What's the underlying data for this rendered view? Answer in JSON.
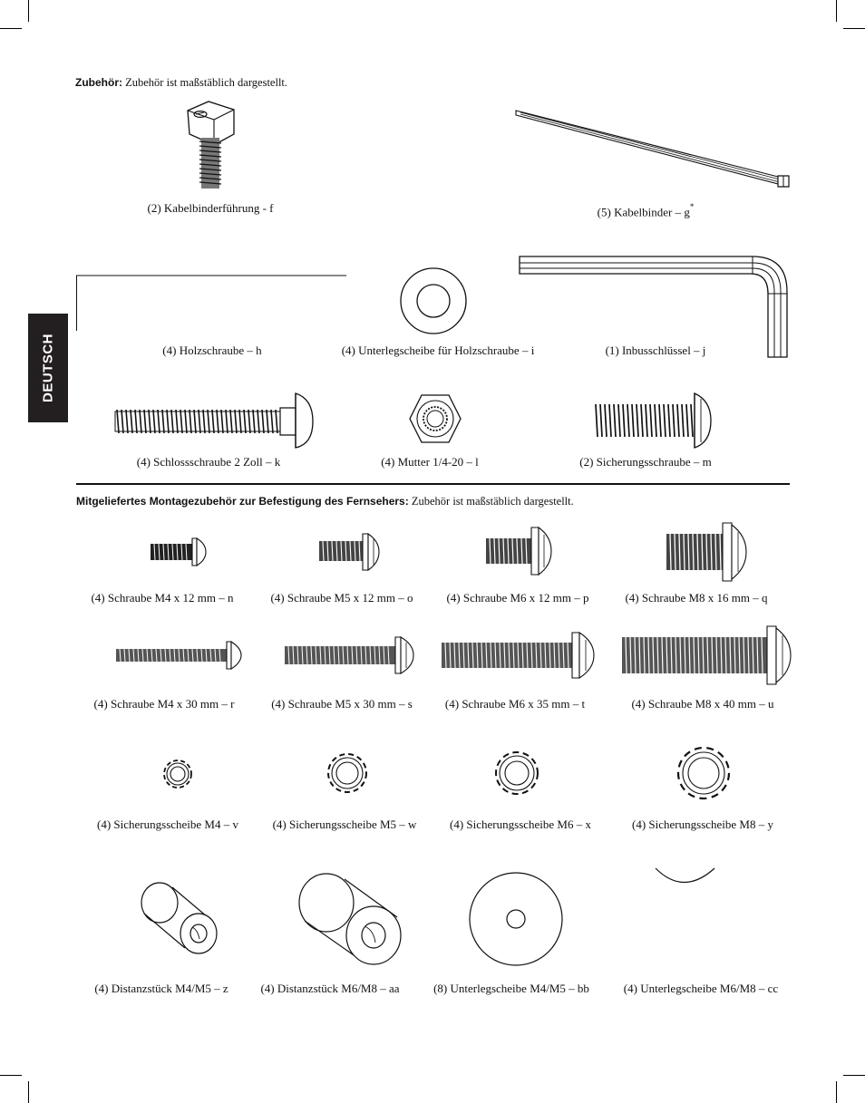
{
  "tab_label": "DEUTSCH",
  "section1": {
    "heading_bold": "Zubehör:",
    "heading_text": " Zubehör ist maßstäblich dargestellt."
  },
  "section2": {
    "heading_bold": "Mitgeliefertes Montagezubehör zur Befestigung des Fernsehers:",
    "heading_text": " Zubehör ist maßstäblich dargestellt."
  },
  "items": {
    "f": "(2) Kabelbinderführung - f",
    "g": "(5) Kabelbinder – g",
    "g_sup": "*",
    "h": "(4) Holzschraube – h",
    "i": "(4) Unterlegscheibe für Holzschraube – i",
    "j": "(1) Inbusschlüssel – j",
    "k": "(4) Schlossschraube 2 Zoll – k",
    "l": "(4) Mutter 1/4-20 – l",
    "m": "(2) Sicherungsschraube – m",
    "n": "(4) Schraube M4 x 12 mm – n",
    "o": "(4) Schraube M5 x 12 mm – o",
    "p": "(4) Schraube M6 x 12 mm – p",
    "q": "(4) Schraube M8 x 16 mm – q",
    "r": "(4) Schraube M4 x 30 mm – r",
    "s": "(4) Schraube M5 x 30 mm – s",
    "t": "(4) Schraube M6 x 35 mm – t",
    "u": "(4) Schraube M8 x 40 mm – u",
    "v": "(4) Sicherungsscheibe M4 – v",
    "w": "(4) Sicherungsscheibe M5 – w",
    "x": "(4) Sicherungsscheibe M6 – x",
    "y": "(4) Sicherungsscheibe M8 – y",
    "z": "(4) Distanzstück M4/M5 – z",
    "aa": "(4) Distanzstück M6/M8 – aa",
    "bb": "(8) Unterlegscheibe M4/M5 – bb",
    "cc": "(4) Unterlegscheibe M6/M8 – cc"
  }
}
